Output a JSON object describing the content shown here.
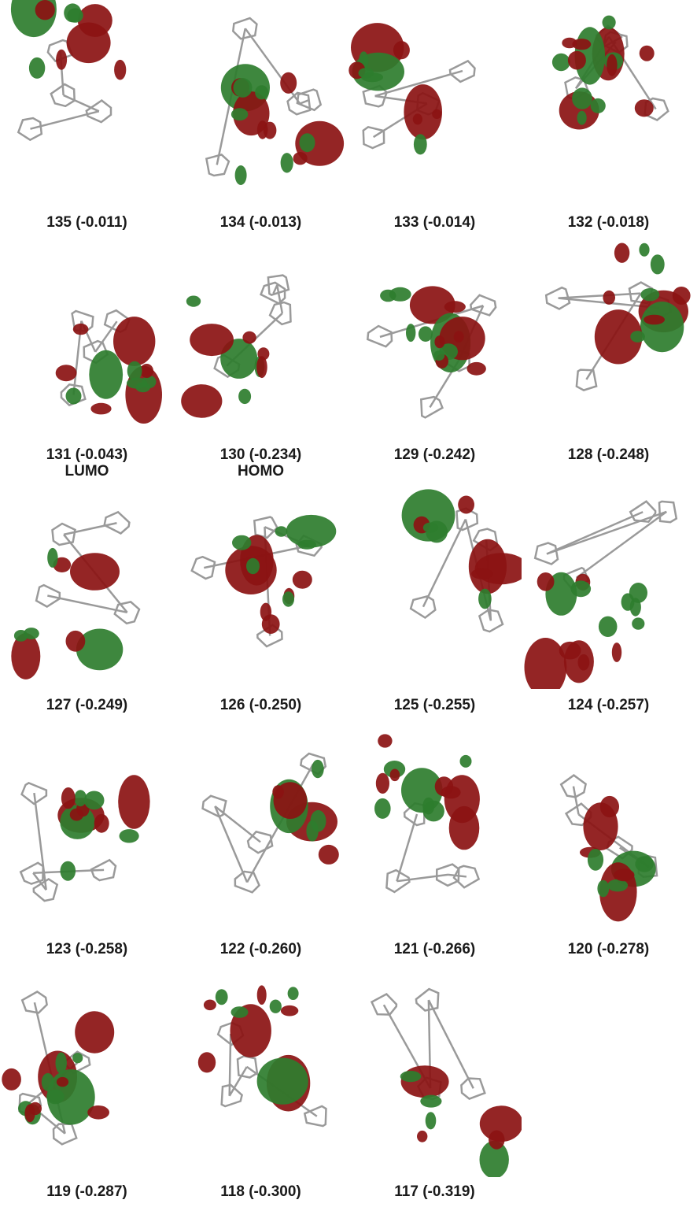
{
  "colors": {
    "lobe_positive": "#2e7d2e",
    "lobe_negative": "#8b1212",
    "bond": "#9a9a9a",
    "caption_text": "#1a1a1a"
  },
  "orbitals": [
    {
      "label": "135 (-0.011)",
      "sub": ""
    },
    {
      "label": "134 (-0.013)",
      "sub": ""
    },
    {
      "label": "133 (-0.014)",
      "sub": ""
    },
    {
      "label": "132 (-0.018)",
      "sub": ""
    },
    {
      "label": "131 (-0.043)",
      "sub": "LUMO"
    },
    {
      "label": "130 (-0.234)",
      "sub": "HOMO"
    },
    {
      "label": "129 (-0.242)",
      "sub": ""
    },
    {
      "label": "128 (-0.248)",
      "sub": ""
    },
    {
      "label": "127 (-0.249)",
      "sub": ""
    },
    {
      "label": "126 (-0.250)",
      "sub": ""
    },
    {
      "label": "125 (-0.255)",
      "sub": ""
    },
    {
      "label": "124 (-0.257)",
      "sub": ""
    },
    {
      "label": "123 (-0.258)",
      "sub": ""
    },
    {
      "label": "122 (-0.260)",
      "sub": ""
    },
    {
      "label": "121 (-0.266)",
      "sub": ""
    },
    {
      "label": "120 (-0.278)",
      "sub": ""
    },
    {
      "label": "119 (-0.287)",
      "sub": ""
    },
    {
      "label": "118 (-0.300)",
      "sub": ""
    },
    {
      "label": "117 (-0.319)",
      "sub": ""
    }
  ]
}
